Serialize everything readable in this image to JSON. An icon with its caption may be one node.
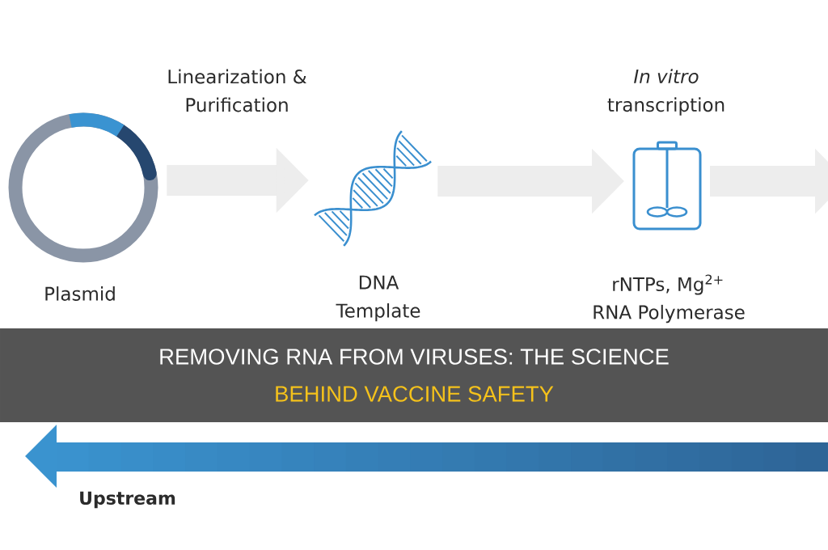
{
  "diagram": {
    "title": "REMOVING RNA FROM VIRUSES: THE SCIENCE BEHIND VACCINE SAFETY",
    "nodes": [
      {
        "text": [
          "Plasmid"
        ]
      },
      {
        "text": [
          "DNA Template"
        ]
      },
      {
        "text": [
          "*In vitro* transcription",
          "rNTPs, Mg$^{2+}$",
          "RNA Polymerase"
        ]
      }
    ],
    "edges": [
      {
        "from": 0,
        "to": 1,
        "arrow": "to",
        "label": "Linearization & Purification"
      },
      {
        "from": 1,
        "to": 2,
        "arrow": "to"
      },
      {
        "from": 2,
        "to": null,
        "arrow": "to"
      }
    ],
    "labels": [
      "Upstream"
    ]
  }
}
